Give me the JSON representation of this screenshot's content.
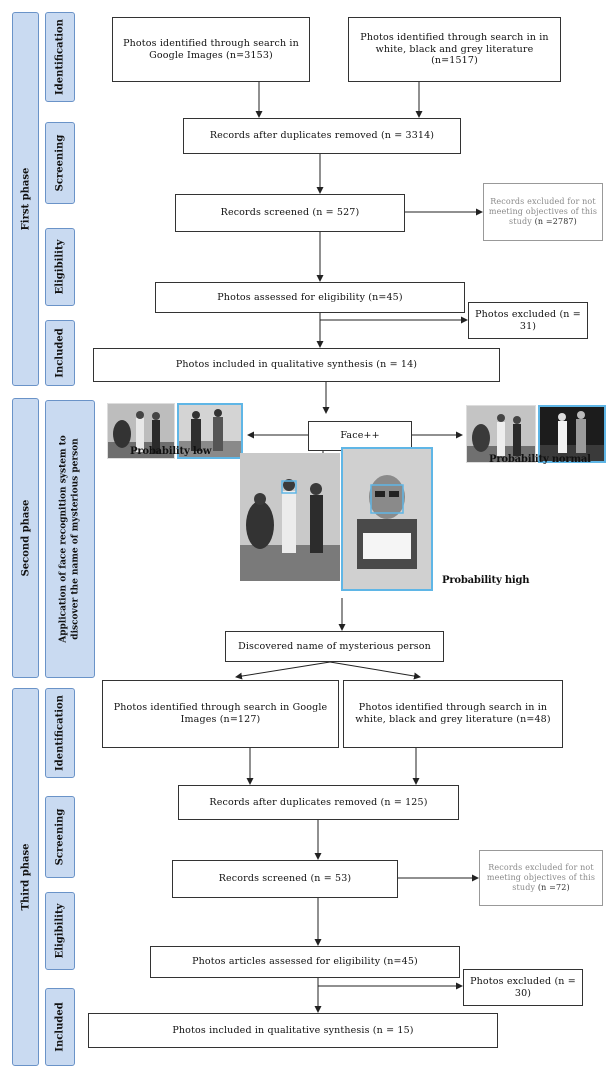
{
  "phases": {
    "first": "First phase",
    "second": "Second phase",
    "third": "Third phase"
  },
  "stages": {
    "identification": "Identification",
    "screening": "Screening",
    "eligibility": "Eligibility",
    "included": "Included",
    "application": "Application of face recognition system to discover the name of mysterious person"
  },
  "first_phase": {
    "google": "Photos identified through search in Google Images (n=3153)",
    "literature": "Photos identified through search in in white, black and grey literature (n=1517)",
    "duplicates": "Records after duplicates removed (n = 3314)",
    "screened": "Records screened (n = 527)",
    "excluded_text": "Records excluded for not meeting objectives of this study ",
    "excluded_n": "(n =2787)",
    "eligibility": "Photos assessed for eligibility (n=45)",
    "photos_excluded": "Photos excluded (n = 31)",
    "included": "Photos included in qualitative synthesis (n = 14)"
  },
  "second_phase": {
    "facepp": "Face++",
    "prob_low": "Probability low",
    "prob_normal": "Probability normal",
    "prob_high": "Probability high",
    "discovered": "Discovered name of mysterious person"
  },
  "third_phase": {
    "google": "Photos identified through search in Google Images (n=127)",
    "literature": "Photos identified through search in in white, black and grey literature (n=48)",
    "duplicates": "Records after duplicates removed (n = 125)",
    "screened": "Records screened (n = 53)",
    "excluded_text": "Records excluded for not meeting objectives of this study ",
    "excluded_n": "(n =72)",
    "eligibility": "Photos articles assessed for eligibility (n=45)",
    "photos_excluded": "Photos excluded (n = 30)",
    "included": "Photos included in qualitative synthesis (n = 15)"
  },
  "colors": {
    "sidebar_fill": "#c9daf1",
    "sidebar_border": "#6a93c8",
    "photo_frame": "#5fb6e6"
  }
}
